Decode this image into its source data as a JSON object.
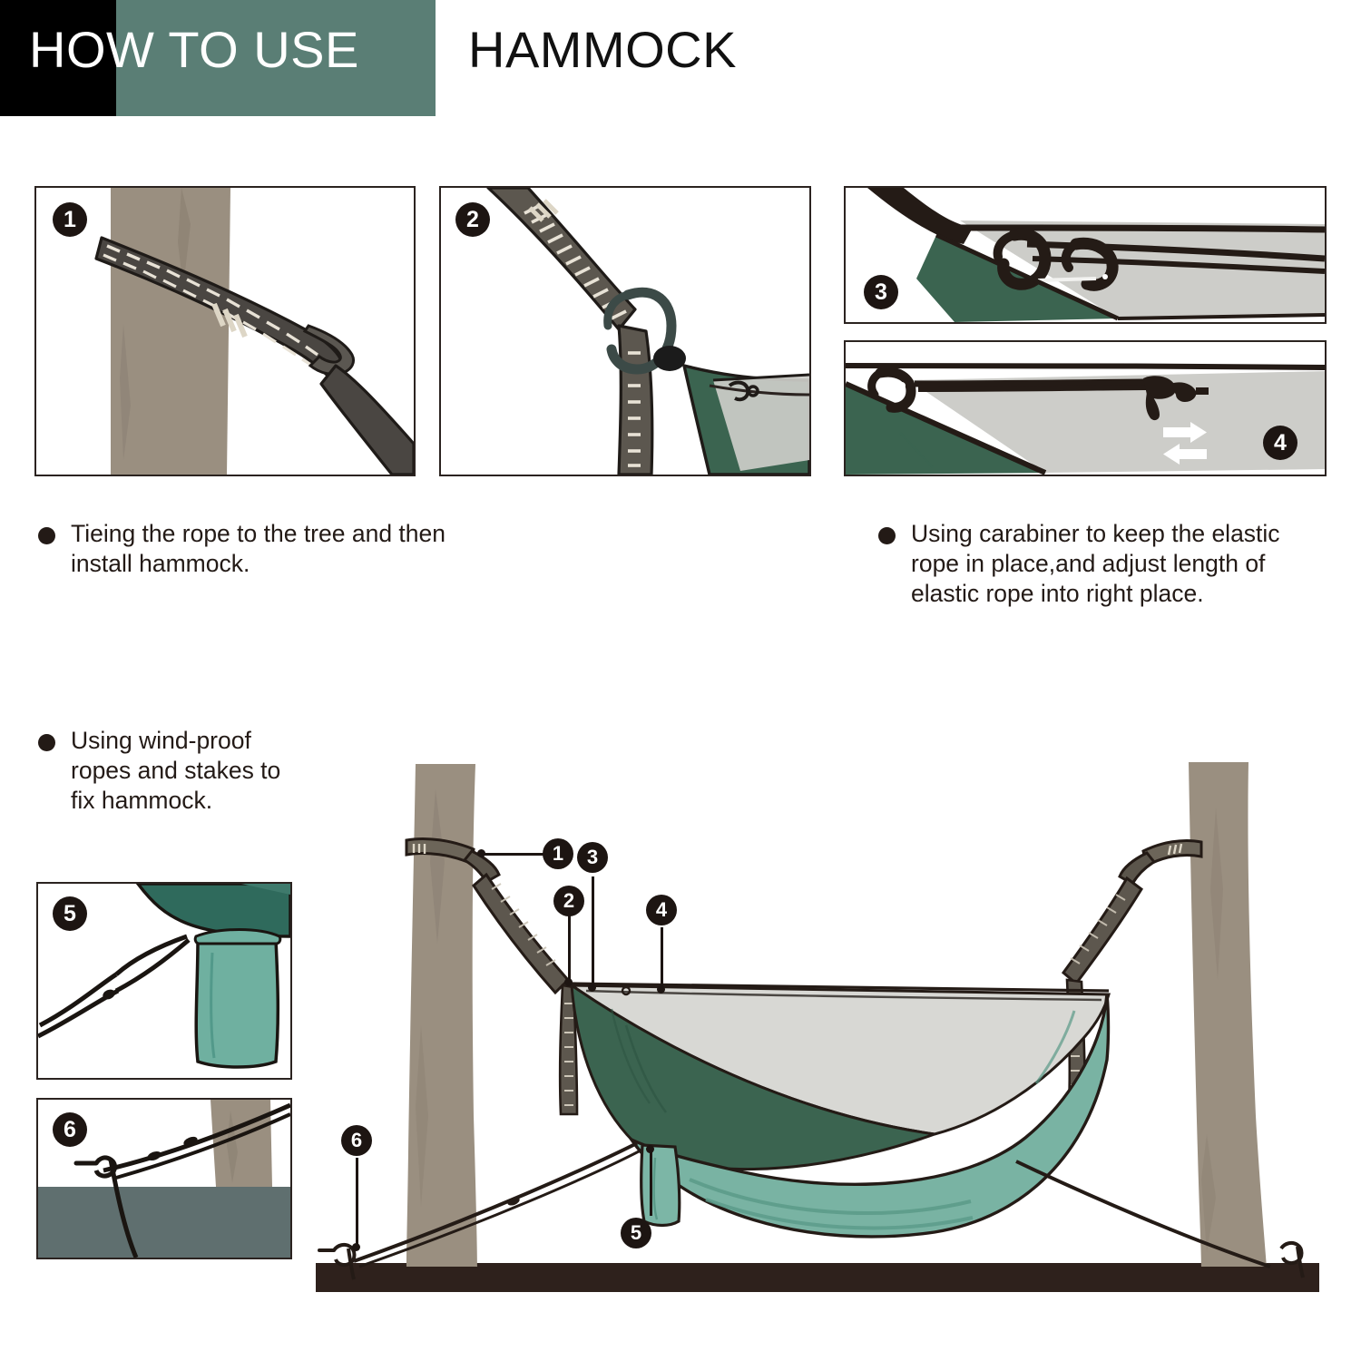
{
  "header": {
    "title_primary": "HOW TO USE",
    "title_secondary": "HAMMOCK",
    "black_block_color": "#000000",
    "teal_block_color": "#5a7e75",
    "primary_text_color": "#ffffff",
    "secondary_text_color": "#111111"
  },
  "palette": {
    "tree_trunk": "#9a8f80",
    "tree_shadow": "#8a7f70",
    "ground": "#2e211c",
    "hammock_canopy_gray": "#d8d8d4",
    "hammock_inner_dark_green": "#3b6450",
    "hammock_body_teal": "#79b3a3",
    "hammock_pouch_teal": "#7cb6a6",
    "strap_dark": "#4a4642",
    "strap_light": "#e8e2d6",
    "rope_black": "#241b16",
    "outline": "#2b2320",
    "panel6_ground": "#5f6f6f",
    "panel5_dark_green": "#2f6a5c",
    "panel3_green": "#3b6450",
    "panel3_gray": "#cdcdc9"
  },
  "panels": [
    {
      "id": 1,
      "badge": "1",
      "name": "strap-around-tree",
      "description": "Tree-strap wrapped around trunk with webbing loop"
    },
    {
      "id": 2,
      "badge": "2",
      "name": "carabiner-on-strap",
      "description": "Carabiner clipped through strap loop connecting to hammock"
    },
    {
      "id": 3,
      "badge": "3",
      "name": "hooks-on-ridgeline",
      "description": "Hooks holding the elastic rope along the hammock edge"
    },
    {
      "id": 4,
      "badge": "4",
      "name": "cord-adjuster",
      "description": "Sliding cord-lock adjuster on the elastic rope",
      "arrows": [
        "right",
        "left"
      ]
    },
    {
      "id": 5,
      "badge": "5",
      "name": "guy-line-to-pouch",
      "description": "Wind-proof rope tied to the hammock stuff-sack pouch"
    },
    {
      "id": 6,
      "badge": "6",
      "name": "stake-in-ground",
      "description": "Ground stake securing the wind-proof rope"
    }
  ],
  "captions": {
    "left": "Tieing the rope to the tree and then install hammock.",
    "right": "Using carabiner to keep the elastic rope in place,and adjust length of elastic rope into right place.",
    "windproof": "Using wind-proof ropes and stakes to fix hammock."
  },
  "main_scene": {
    "name": "assembled-hammock-diagram",
    "callouts": [
      {
        "number": "1",
        "target": "tree-strap-left"
      },
      {
        "number": "2",
        "target": "carabiner-left"
      },
      {
        "number": "3",
        "target": "hook-on-ridgeline"
      },
      {
        "number": "4",
        "target": "elastic-rope-adjuster"
      },
      {
        "number": "5",
        "target": "pouch-guy-line"
      },
      {
        "number": "6",
        "target": "ground-stake-left"
      }
    ]
  }
}
